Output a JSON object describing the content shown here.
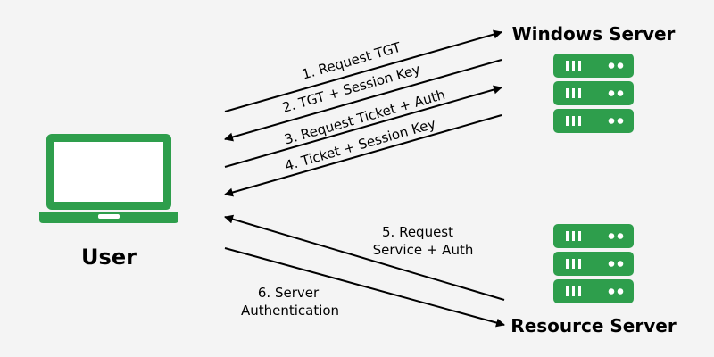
{
  "nodes": {
    "user": {
      "label": "User"
    },
    "windows_server": {
      "label": "Windows Server"
    },
    "resource_server": {
      "label": "Resource Server"
    }
  },
  "messages": [
    {
      "text": "1. Request TGT"
    },
    {
      "text": "2. TGT + Session Key"
    },
    {
      "text": "3. Request Ticket + Auth"
    },
    {
      "text": "4. Ticket + Session Key"
    },
    {
      "line1": "5. Request",
      "line2": "Service + Auth"
    },
    {
      "line1": "6. Server",
      "line2": "Authentication"
    }
  ],
  "colors": {
    "accent": "#2e9e4c",
    "line": "#000000",
    "background": "#f4f4f4"
  }
}
